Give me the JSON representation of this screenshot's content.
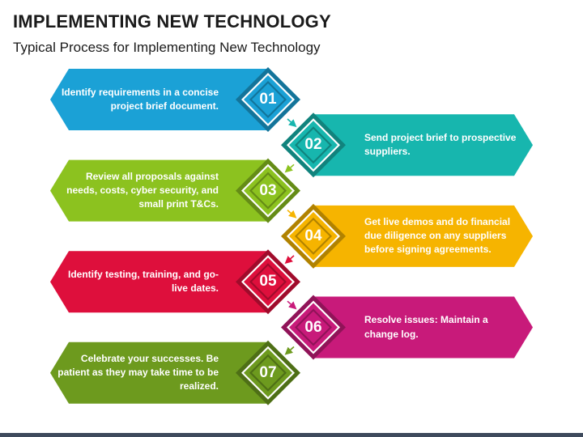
{
  "header": {
    "title": "IMPLEMENTING NEW TECHNOLOGY",
    "subtitle": "Typical Process for Implementing New Technology"
  },
  "steps": [
    {
      "number": "01",
      "text": "Identify requirements in a concise project brief document.",
      "color": "#1ba1d6",
      "side": "left"
    },
    {
      "number": "02",
      "text": "Send project brief to prospective suppliers.",
      "color": "#17b6ae",
      "side": "right"
    },
    {
      "number": "03",
      "text": "Review all proposals against needs, costs, cyber security, and small print T&Cs.",
      "color": "#8cc21f",
      "side": "left"
    },
    {
      "number": "04",
      "text": "Get live demos and do financial due diligence on any suppliers before signing agreements.",
      "color": "#f6b400",
      "side": "right"
    },
    {
      "number": "05",
      "text": "Identify testing, training, and go-live dates.",
      "color": "#de0f3c",
      "side": "left"
    },
    {
      "number": "06",
      "text": "Resolve issues: Maintain a change log.",
      "color": "#c81a7a",
      "side": "right"
    },
    {
      "number": "07",
      "text": "Celebrate your successes. Be patient as they may take time to be realized.",
      "color": "#6d9a1e",
      "side": "left"
    }
  ]
}
